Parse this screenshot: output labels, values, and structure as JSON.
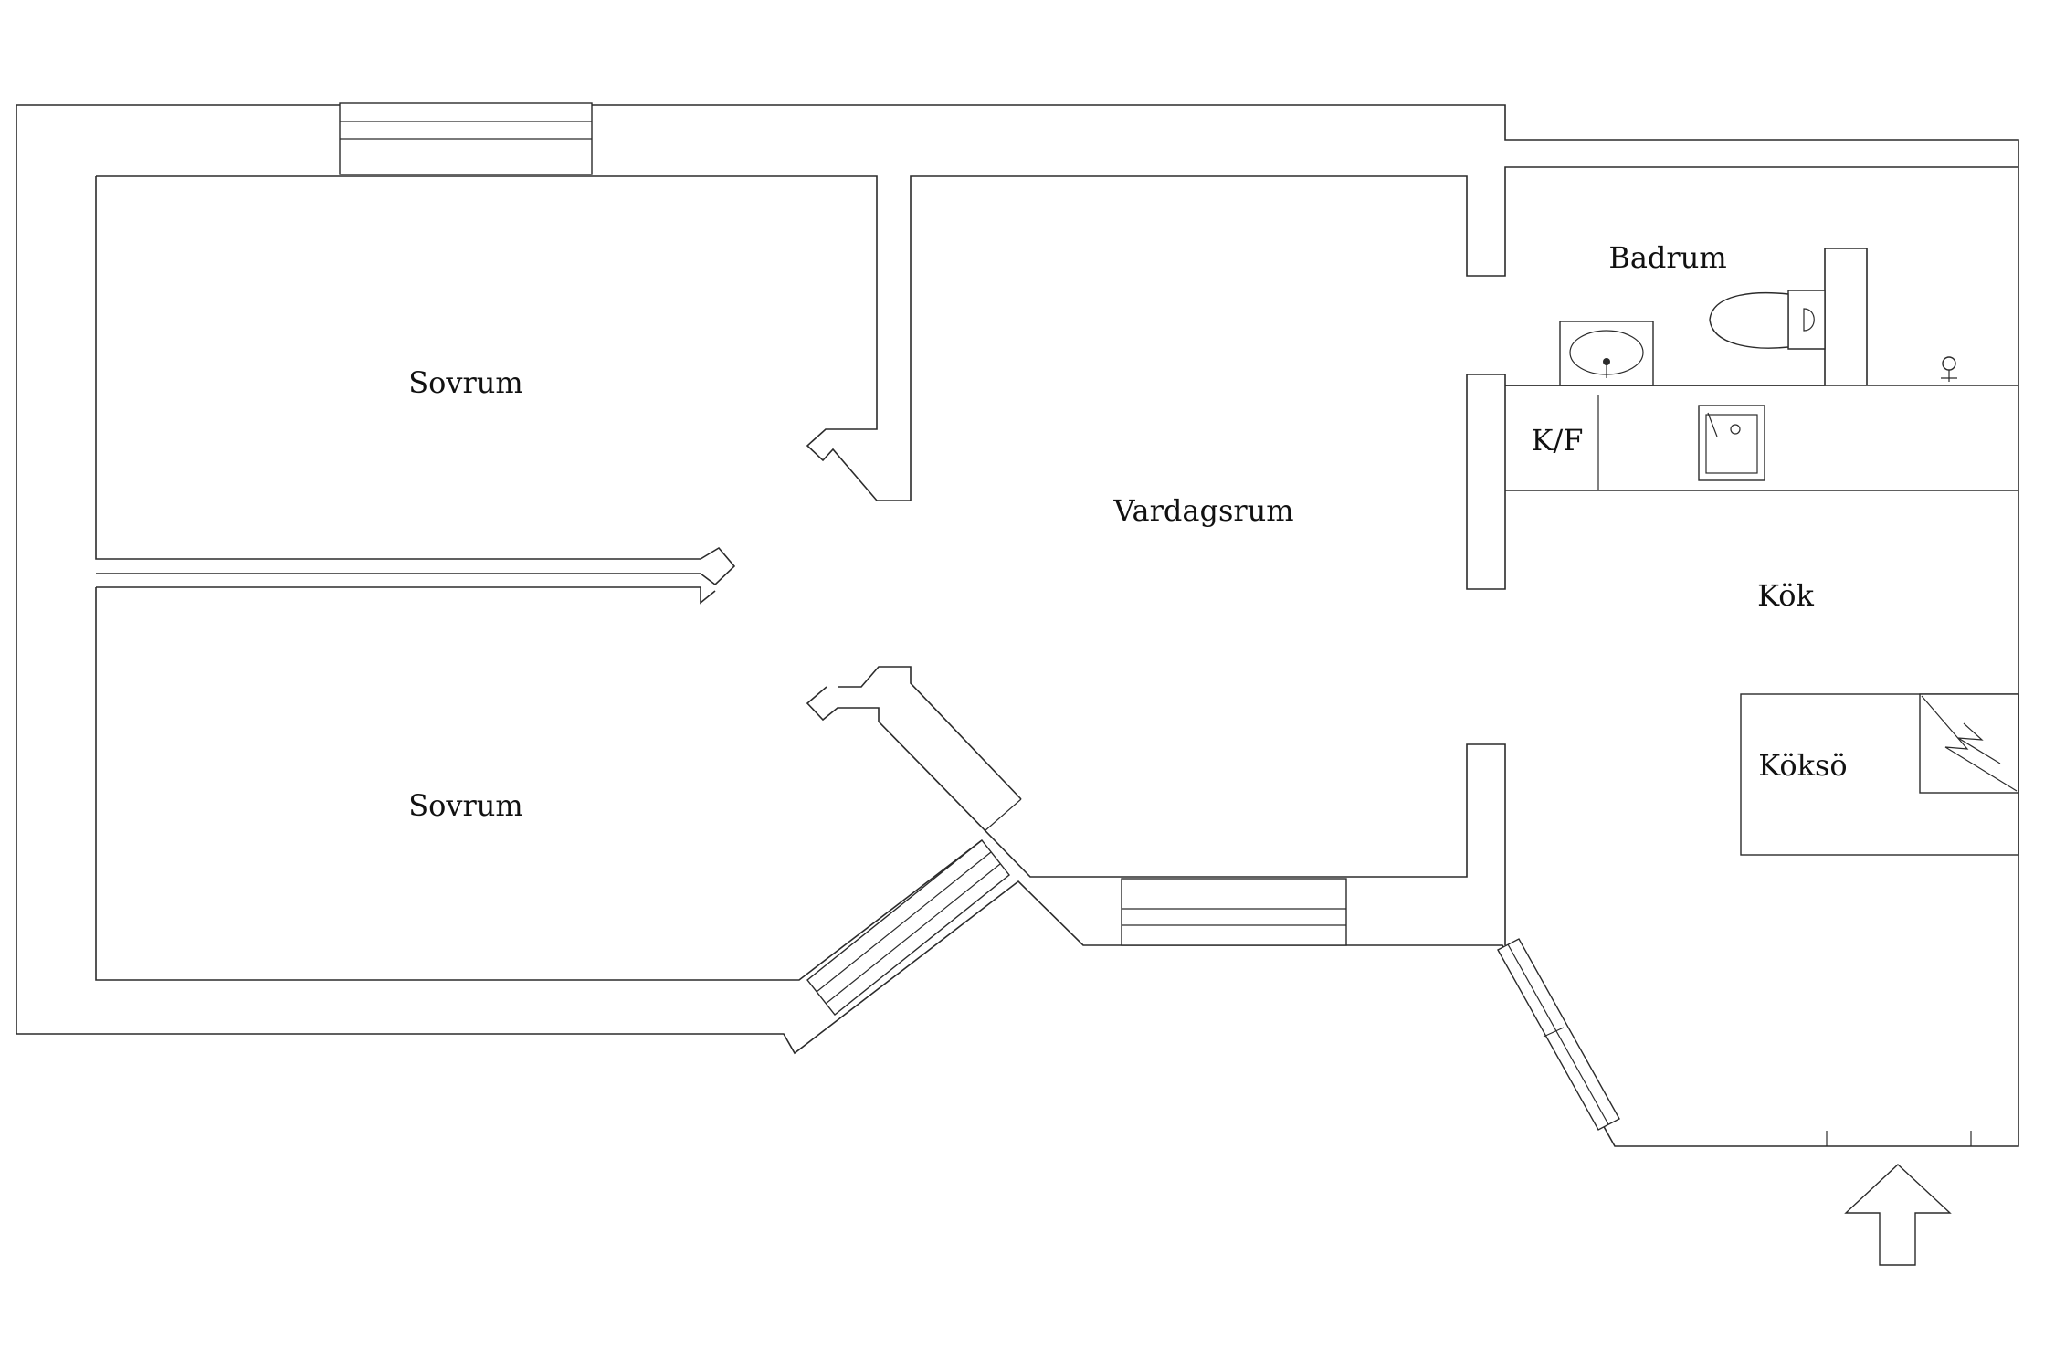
{
  "rooms": {
    "bedroom_top": "Sovrum",
    "bedroom_bottom": "Sovrum",
    "living_room": "Vardagsrum",
    "bathroom": "Badrum",
    "fridge_freezer": "K/F",
    "kitchen": "Kök",
    "kitchen_island": "Köksö"
  }
}
